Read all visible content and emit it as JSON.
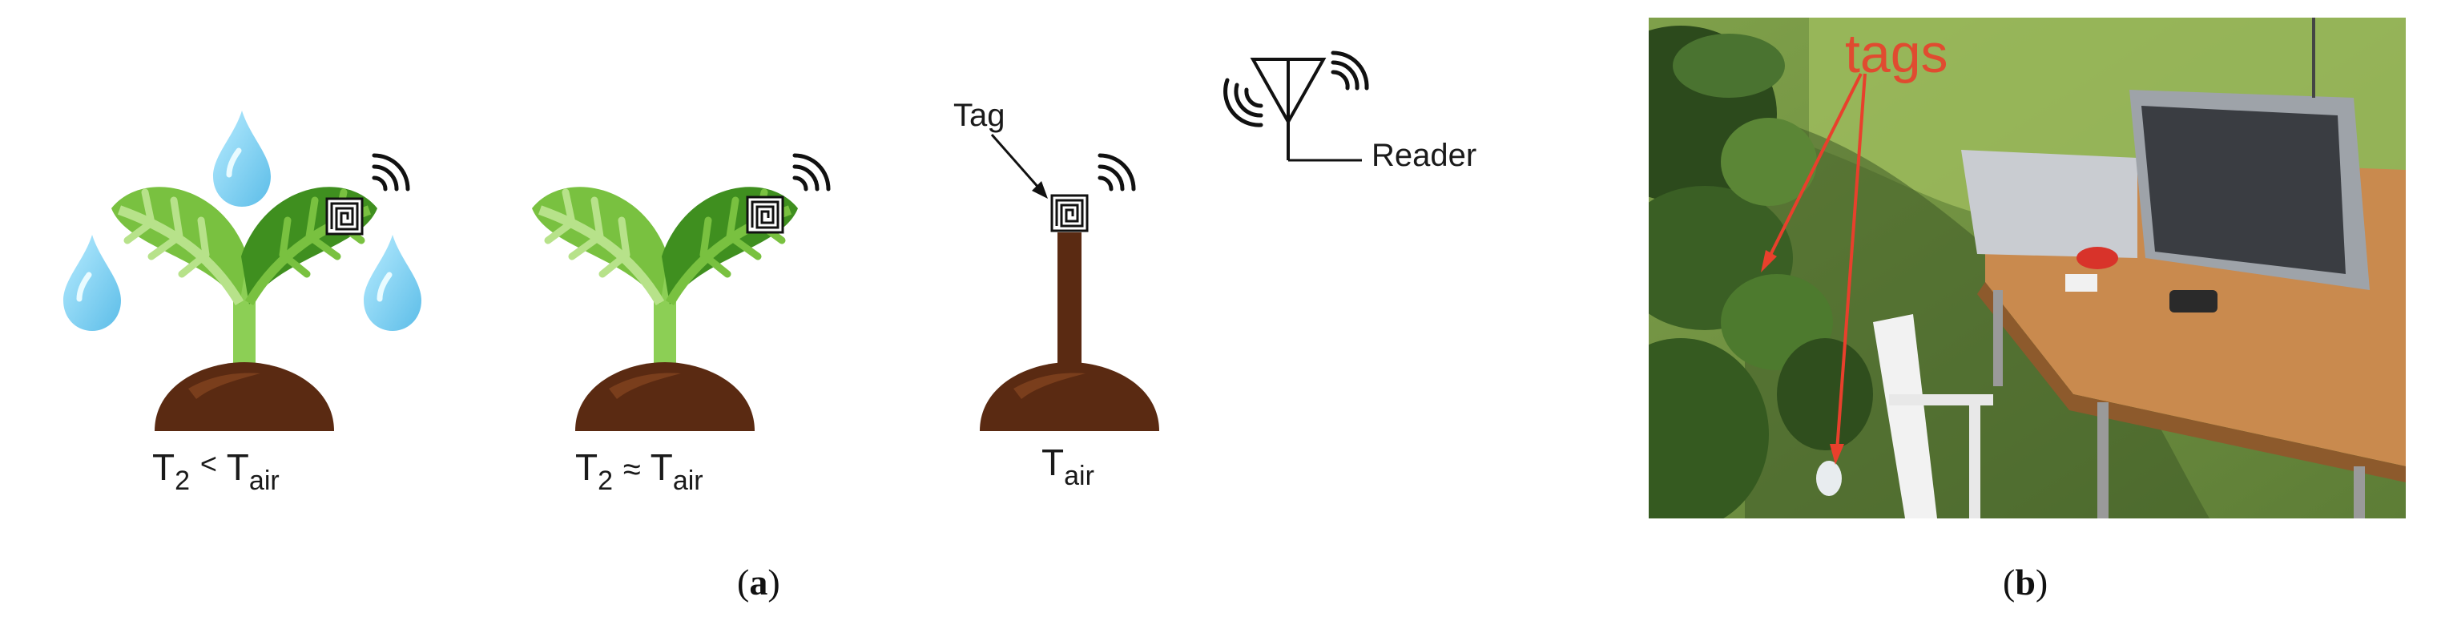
{
  "panel_a": {
    "label_open": "(",
    "label_letter": "a",
    "label_close": ")",
    "plant1": {
      "t": "T",
      "t_sub": "2",
      "rel": "<",
      "t2": "T",
      "t2_sub": "air"
    },
    "plant2": {
      "t": "T",
      "t_sub": "2",
      "rel": "≈",
      "t2": "T",
      "t2_sub": "air"
    },
    "stick": {
      "t": "T",
      "t_sub": "air"
    },
    "tag_label": "Tag",
    "reader_label": "Reader"
  },
  "panel_b": {
    "label_open": "(",
    "label_letter": "b",
    "label_close": ")",
    "photo_annotation": "tags"
  },
  "colors": {
    "leaf_dark": "#3f8f1f",
    "leaf_light": "#79c140",
    "stem": "#8ccf55",
    "soil": "#5a2a12",
    "soil_highlight": "#7a3e1c",
    "stick": "#5a2a12",
    "water": "#7fd0f0",
    "annotation_red": "#e8402c"
  }
}
